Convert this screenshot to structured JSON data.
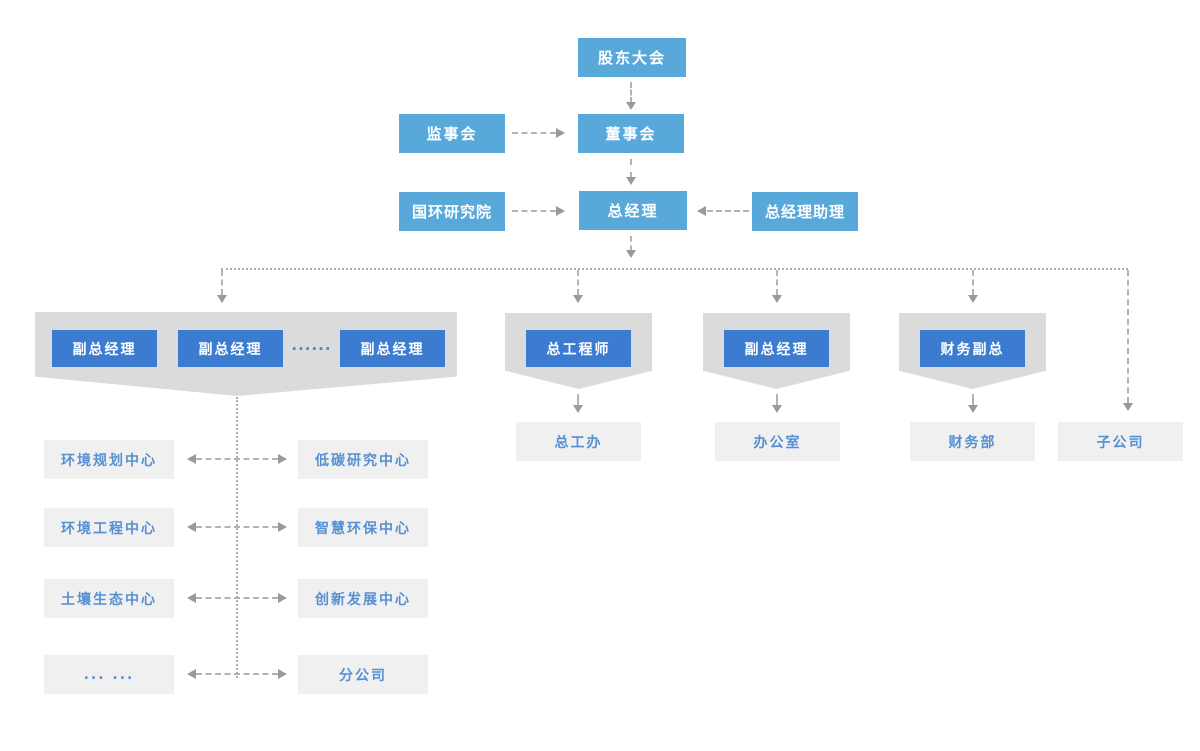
{
  "colors": {
    "top_box_blue": "#58a8da",
    "inner_box_blue": "#3b7cd1",
    "banner_gray": "#dbdbdb",
    "dept_box_gray": "#f0f0f1",
    "dept_text_blue": "#5590d2",
    "connector_gray": "#adadad",
    "arrowhead_gray": "#9a9a9a"
  },
  "top_levels": {
    "shareholders_meeting": "股东大会",
    "supervisory_board": "监事会",
    "board_of_directors": "董事会",
    "guohuan_research_institute": "国环研究院",
    "general_manager": "总经理",
    "gm_assistant": "总经理助理"
  },
  "branch_heads": {
    "deputy_gm_1": "副总经理",
    "deputy_gm_2": "副总经理",
    "deputy_gm_ellipsis": "......",
    "deputy_gm_3": "副总经理",
    "chief_engineer": "总工程师",
    "deputy_gm_office": "副总经理",
    "finance_deputy": "财务副总"
  },
  "departments": {
    "chief_engineer_office": "总工办",
    "office": "办公室",
    "finance_dept": "财务部",
    "subsidiary": "子公司"
  },
  "centers": {
    "left": [
      "环境规划中心",
      "环境工程中心",
      "土壤生态中心",
      "... ..."
    ],
    "right": [
      "低碳研究中心",
      "智慧环保中心",
      "创新发展中心",
      "分公司"
    ]
  }
}
